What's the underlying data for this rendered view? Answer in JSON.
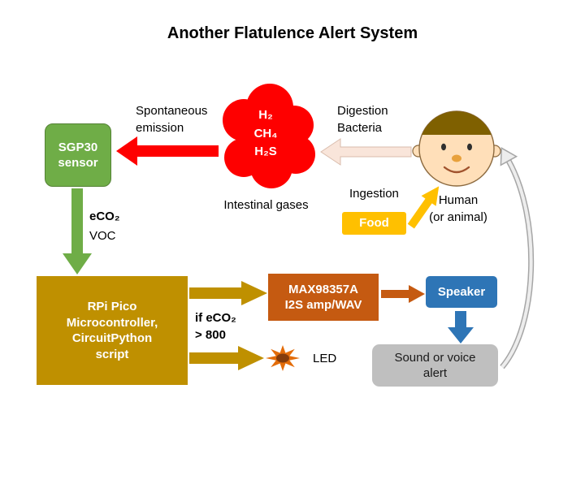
{
  "title": "Another Flatulence Alert System",
  "colors": {
    "green": "#6FAD47",
    "green_dark": "#548235",
    "red": "#FE0000",
    "pink": "#F9E5DA",
    "pink_border": "#D9BCAC",
    "gold": "#FFC000",
    "olive": "#BF9000",
    "orange": "#C55A11",
    "blue": "#2E75B6",
    "gray": "#BFBFBF",
    "arrow_gray": "#A6A6A6",
    "arrow_gray_fill": "#EDEDED",
    "skin": "#FFDFB9",
    "skin_outline": "#8C6A3F",
    "hair": "#7F6000",
    "led_orange": "#E36C09",
    "led_center": "#843C0C"
  },
  "nodes": {
    "sensor": "SGP30\nsensor",
    "gases": "H₂\nCH₄\nH₂S",
    "food": "Food",
    "rpi": "RPi Pico\nMicrocontroller,\nCircuitPython\nscript",
    "amp": "MAX98357A\nI2S amp/WAV",
    "speaker": "Speaker",
    "alert": "Sound or voice\nalert"
  },
  "labels": {
    "spontaneous": "Spontaneous\nemission",
    "digestion": "Digestion\nBacteria",
    "intestinal": "Intestinal gases",
    "ingestion": "Ingestion",
    "human": "Human\n(or animal)",
    "eco2": "eCO₂",
    "voc": "VOC",
    "condition": "if eCO₂\n> 800",
    "led": "LED"
  }
}
